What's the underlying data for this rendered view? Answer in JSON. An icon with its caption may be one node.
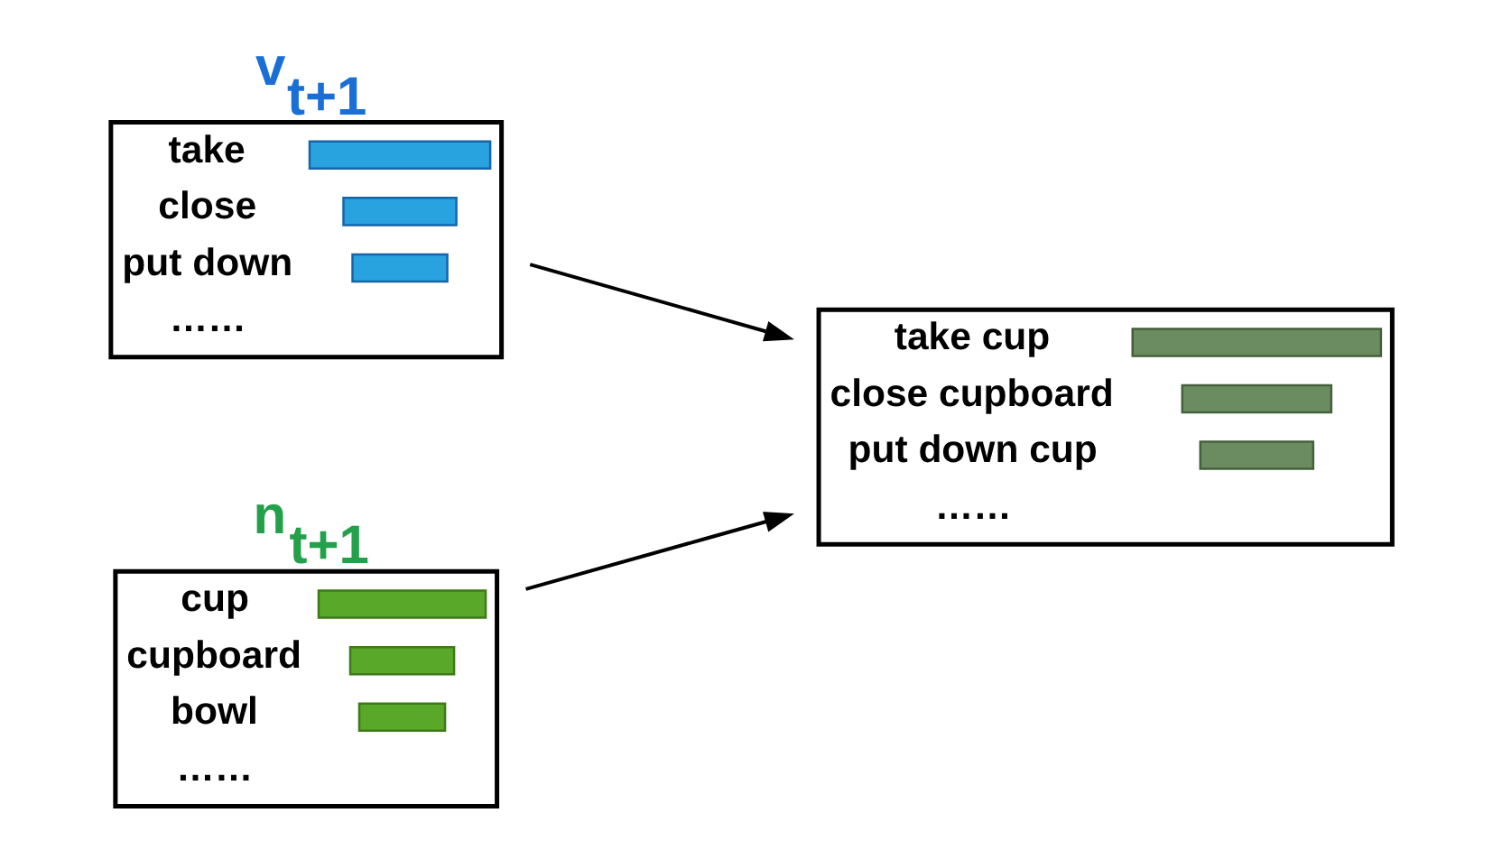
{
  "diagram": {
    "nodes": [
      {
        "text": [
          "v$_{t+1}$",
          "take",
          "close",
          "put down",
          "……"
        ]
      },
      {
        "text": [
          "n$_{t+1}$",
          "cup",
          "cupboard",
          "bowl",
          "……"
        ]
      },
      {
        "text": [
          "take cup",
          "close cupboard",
          "put down cup",
          "……"
        ]
      }
    ],
    "edges": [
      {
        "from": 0,
        "to": 2,
        "arrow": "to"
      },
      {
        "from": 1,
        "to": 2,
        "arrow": "to"
      }
    ]
  }
}
